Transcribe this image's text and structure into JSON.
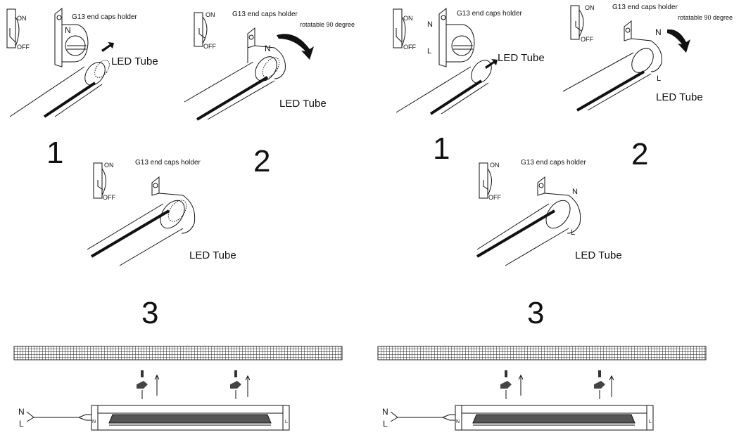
{
  "left": {
    "step1": {
      "on": "ON",
      "off": "OFF",
      "holder": "G13 end caps holder",
      "n": "N",
      "tube": "LED Tube",
      "number": "1"
    },
    "step2": {
      "on": "ON",
      "off": "OFF",
      "holder": "G13 end caps holder",
      "rotate": "rotatable 90 degree",
      "n": "N",
      "tube": "LED Tube",
      "number": "2"
    },
    "step3": {
      "on": "ON",
      "off": "OFF",
      "holder": "G13 end caps holder",
      "tube": "LED Tube",
      "number": "3"
    },
    "fixture": {
      "n": "N",
      "l": "L",
      "end_n": "N",
      "end_l": "L"
    }
  },
  "right": {
    "step1": {
      "on": "ON",
      "off": "OFF",
      "holder": "G13 end caps holder",
      "n": "N",
      "l": "L",
      "tube": "LED Tube",
      "number": "1"
    },
    "step2": {
      "on": "ON",
      "off": "OFF",
      "holder": "G13 end caps holder",
      "rotate": "rotatable 90 degree",
      "n": "N",
      "l": "L",
      "tube": "LED Tube",
      "number": "2"
    },
    "step3": {
      "on": "ON",
      "off": "OFF",
      "holder": "G13 end caps holder",
      "n": "N",
      "l": "L",
      "tube": "LED Tube",
      "number": "3"
    },
    "fixture": {
      "n": "N",
      "l": "L",
      "end_n": "N",
      "end_l": "L"
    }
  }
}
